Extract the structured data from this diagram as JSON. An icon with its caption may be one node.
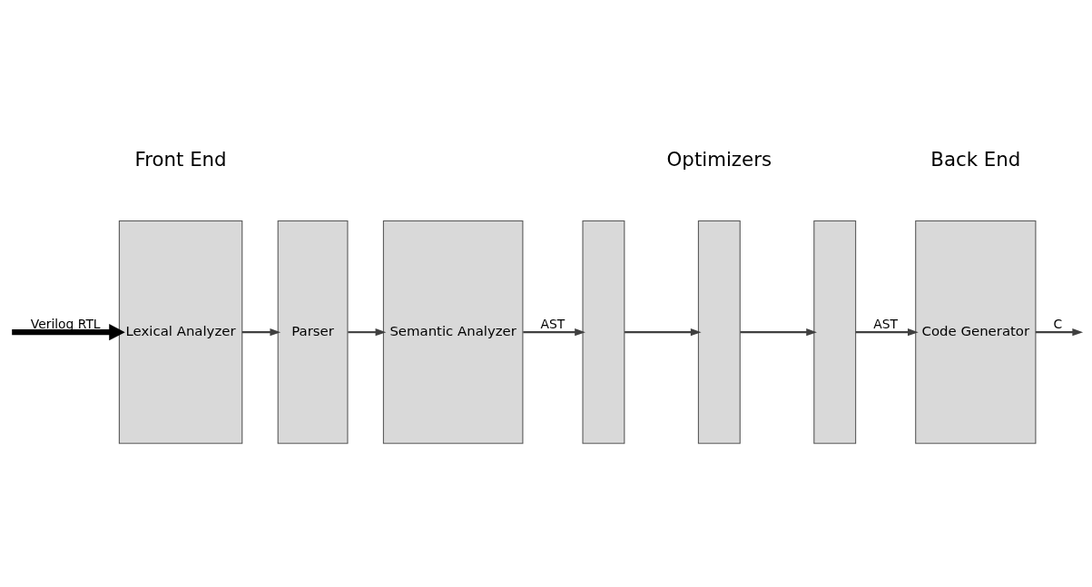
{
  "diagram": {
    "nodes": [
      {
        "text": [
          "Lexical Analyzer"
        ]
      },
      {
        "text": [
          "Parser"
        ]
      },
      {
        "text": [
          "Semantic Analyzer"
        ]
      },
      {
        "text": [],
        "shape": "box"
      },
      {
        "text": [],
        "shape": "box"
      },
      {
        "text": [],
        "shape": "box"
      },
      {
        "text": [
          "Code Generator"
        ]
      }
    ],
    "edges": [
      {
        "from": null,
        "to": 0,
        "arrow": "to",
        "label": "Verilog RTL",
        "style": "thick",
        "color": "#000000"
      },
      {
        "from": 0,
        "to": 1,
        "arrow": "to"
      },
      {
        "from": 1,
        "to": 2,
        "arrow": "to"
      },
      {
        "from": 2,
        "to": 3,
        "arrow": "to",
        "label": "AST"
      },
      {
        "from": 3,
        "to": 4,
        "arrow": "to"
      },
      {
        "from": 4,
        "to": 5,
        "arrow": "to"
      },
      {
        "from": 5,
        "to": 6,
        "arrow": "to",
        "label": "AST"
      },
      {
        "from": 6,
        "to": null,
        "arrow": "to",
        "label": "C"
      }
    ],
    "labels": [
      "Front End",
      "Optimizers",
      "Back End"
    ]
  }
}
